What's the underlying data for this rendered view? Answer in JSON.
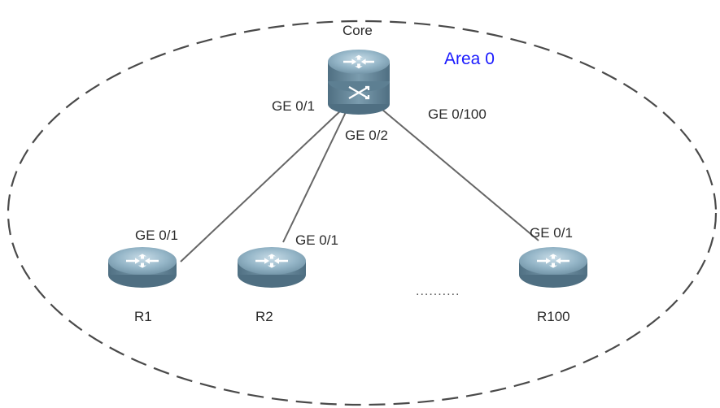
{
  "diagram": {
    "area_label": "Area 0",
    "core": {
      "name": "Core",
      "ports": [
        "GE 0/1",
        "GE 0/2",
        "GE 0/100"
      ]
    },
    "routers": [
      {
        "name": "R1",
        "port": "GE 0/1"
      },
      {
        "name": "R2",
        "port": "GE 0/1"
      },
      {
        "name": "R100",
        "port": "GE 0/1"
      }
    ],
    "ellipsis": "..........",
    "colors": {
      "area_label": "#1a1aff",
      "boundary": "#4a4a4a",
      "link": "#666666",
      "router_top": "#8fb0c2",
      "router_side": "#5d7f92"
    },
    "icons": [
      "router-icon",
      "core-switch-router-icon",
      "arrows-icon"
    ]
  }
}
